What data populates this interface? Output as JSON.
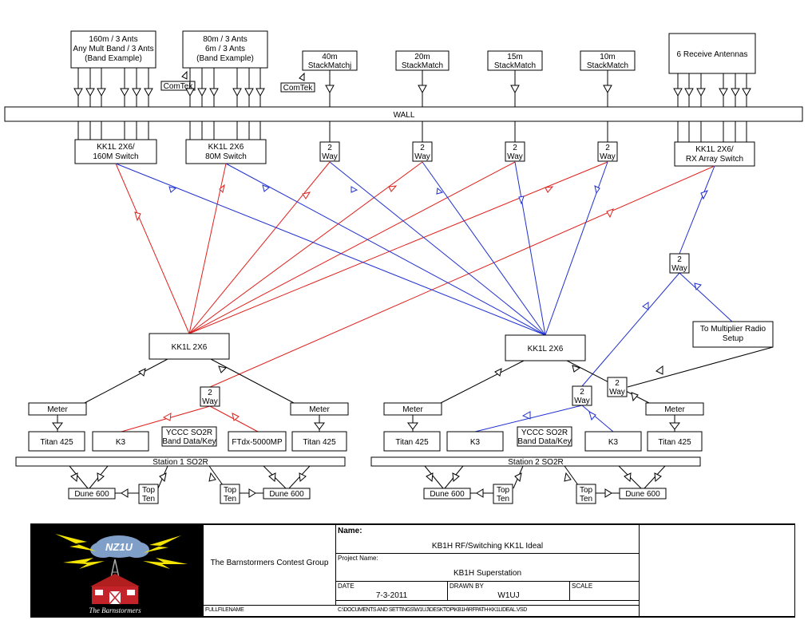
{
  "antennas": {
    "a160": [
      "160m / 3 Ants",
      "Any Mult Band / 3 Ants",
      "(Band Example)"
    ],
    "a80": [
      "80m / 3 Ants",
      "6m / 3 Ants",
      "(Band Example)"
    ],
    "a40": [
      "40m",
      "StackMatchj"
    ],
    "a20": [
      "20m",
      "StackMatch"
    ],
    "a15": [
      "15m",
      "StackMatch"
    ],
    "a10": [
      "10m",
      "StackMatch"
    ],
    "rx": "6 Receive Antennas",
    "comtek": "ComTek"
  },
  "wall": "WALL",
  "switches": {
    "s160": [
      "KK1L 2X6/",
      "160M Switch"
    ],
    "s80": [
      "KK1L 2X6",
      "80M Switch"
    ],
    "rx": [
      "KK1L 2X6/",
      "RX Array Switch"
    ],
    "kk1l": "KK1L 2X6"
  },
  "splitter": [
    "2",
    "Way"
  ],
  "to_mult": [
    "To Multiplier Radio",
    "Setup"
  ],
  "station1": {
    "label": "Station 1 SO2R",
    "meter": "Meter",
    "titan": "Titan 425",
    "radio_left": "K3",
    "ycc": [
      "YCCC SO2R",
      "Band Data/Key"
    ],
    "radio_right": "FTdx-5000MP",
    "dune": "Dune 600",
    "topten": [
      "Top",
      "Ten"
    ]
  },
  "station2": {
    "label": "Station 2 SO2R",
    "meter": "Meter",
    "titan": "Titan 425",
    "radio_left": "K3",
    "ycc": [
      "YCCC SO2R",
      "Band Data/Key"
    ],
    "radio_right": "K3",
    "dune": "Dune 600",
    "topten": [
      "Top",
      "Ten"
    ]
  },
  "title_block": {
    "logo_text": "NZ1U",
    "logo_caption": "The Barnstormers",
    "group": "The Barnstormers Contest Group",
    "name_label": "Name:",
    "name_value": "KB1H RF/Switching KK1L Ideal",
    "project_label": "Project Name:",
    "project_value": "KB1H Superstation",
    "date_label": "DATE",
    "date_value": "7-3-2011",
    "drawn_label": "DRAWN BY",
    "drawn_value": "W1UJ",
    "scale_label": "SCALE",
    "filename_label": "FULLFILENAME",
    "filename_value": "C:\\DOCUMENTS AND SETTINGS\\W1UJ\\DESKTOP\\KB1H\\RFPATH-KK1LIDEAL.VSD"
  },
  "colors": {
    "red": "#e0201c",
    "blue": "#1f2fd0",
    "black": "#000000"
  }
}
